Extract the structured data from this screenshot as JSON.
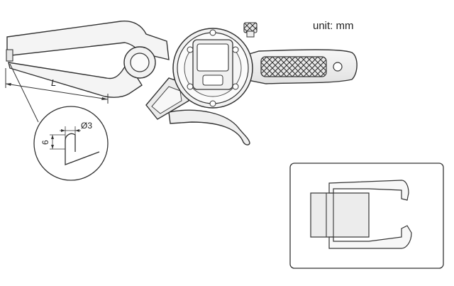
{
  "diagram": {
    "unit_label": "unit: mm",
    "length_label": "L",
    "diameter_label": "Ø3",
    "tip_length_label": "6"
  }
}
